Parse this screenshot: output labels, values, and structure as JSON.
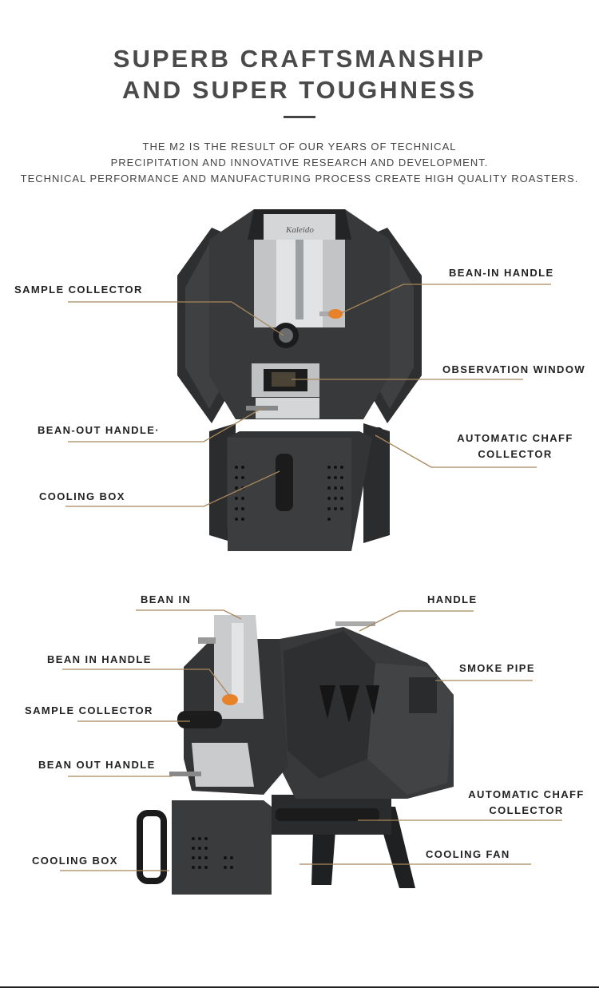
{
  "header": {
    "title_line1": "SUPERB CRAFTSMANSHIP",
    "title_line2": "AND SUPER TOUGHNESS",
    "intro_line1": "THE M2 IS THE RESULT OF OUR YEARS OF TECHNICAL",
    "intro_line2": "PRECIPITATION AND INNOVATIVE RESEARCH AND DEVELOPMENT.",
    "intro_line3": "TECHNICAL PERFORMANCE AND MANUFACTURING PROCESS CREATE HIGH QUALITY ROASTERS."
  },
  "front_view": {
    "logo_text": "Kaleido",
    "labels": {
      "sample_collector": "SAMPLE COLLECTOR",
      "bean_in_handle": "BEAN-IN  HANDLE",
      "observation_window": "OBSERVATION WINDOW",
      "bean_out_handle": "BEAN-OUT HANDLE·",
      "chaff_collector_line1": "AUTOMATIC CHAFF",
      "chaff_collector_line2": "COLLECTOR",
      "cooling_box": "COOLING BOX"
    }
  },
  "side_view": {
    "labels": {
      "bean_in": "BEAN IN",
      "handle": "HANDLE",
      "bean_in_handle": "BEAN IN HANDLE",
      "smoke_pipe": "SMOKE PIPE",
      "sample_collector": "SAMPLE COLLECTOR",
      "bean_out_handle": "BEAN OUT HANDLE",
      "chaff_collector_line1": "AUTOMATIC CHAFF",
      "chaff_collector_line2": "COLLECTOR",
      "cooling_box": "COOLING BOX",
      "cooling_fan": "COOLING FAN"
    }
  },
  "colors": {
    "body": "#3a3b3d",
    "dark": "#242526",
    "steel": "#c9cbcd",
    "leader": "#a8875a",
    "accent": "#e8822a"
  }
}
